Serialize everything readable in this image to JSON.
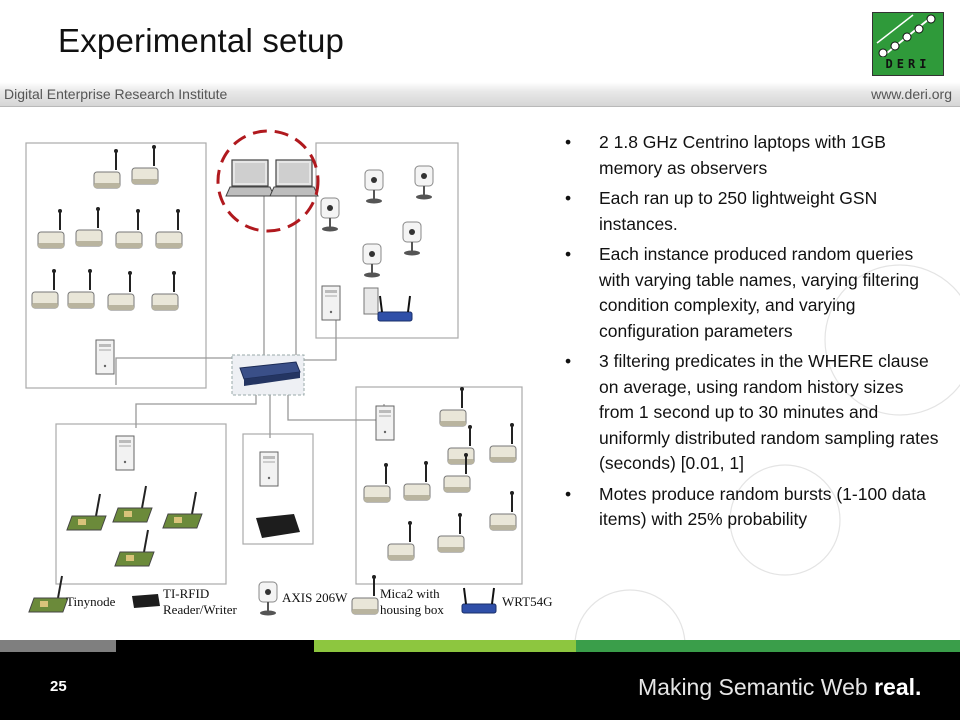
{
  "slide": {
    "title": "Experimental setup",
    "logo_text": "DERI",
    "band_left": "Digital Enterprise Research Institute",
    "band_right": "www.deri.org",
    "page_number": "25",
    "slogan_prefix": "Making Semantic Web ",
    "slogan_bold": "real.",
    "bullet_symbol": "•",
    "bullets": [
      "2 1.8 GHz Centrino laptops with 1GB memory as observers",
      "Each ran up to 250 lightweight GSN instances.",
      "Each instance produced random queries with varying table names, varying filtering condition complexity, and varying configuration parameters",
      "3 filtering predicates in the WHERE clause on average, using random history sizes from 1 second up to 30 minutes and uniformly distributed random sampling rates (seconds) [0.01, 1]",
      "Motes produce random bursts (1-100 data items) with 25% probability"
    ]
  },
  "legend": {
    "tinynode": "Tinynode",
    "ti_rfid_1": "TI-RFID",
    "ti_rfid_2": "Reader/Writer",
    "axis": "AXIS 206W",
    "mica2_1": "Mica2 with",
    "mica2_2": "housing box",
    "wrt54g": "WRT54G"
  },
  "colors": {
    "logo_green": "#2f9a3a",
    "footer_bg": "#000000",
    "strip_gray": "#7f7f7f",
    "strip_black": "#000000",
    "strip_lime": "#8dc63f",
    "strip_green": "#3a9e4a",
    "circle_red": "#b0191e"
  }
}
